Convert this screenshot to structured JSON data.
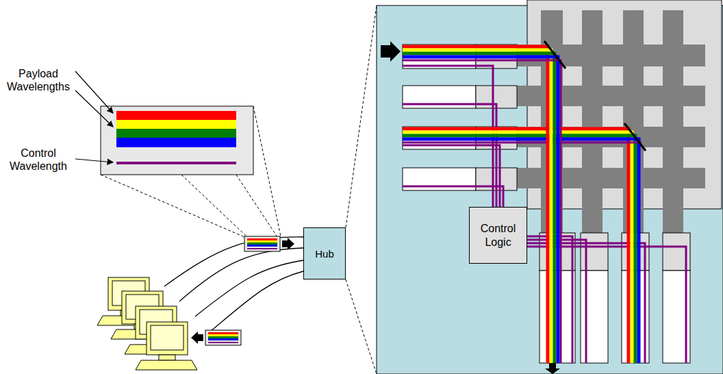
{
  "diagram": {
    "nodes": [
      {
        "text": [
          "Hub"
        ]
      },
      {
        "text": [
          "Control Logic"
        ]
      }
    ],
    "labels": [
      "Payload Wavelengths",
      "Control Wavelength"
    ]
  }
}
